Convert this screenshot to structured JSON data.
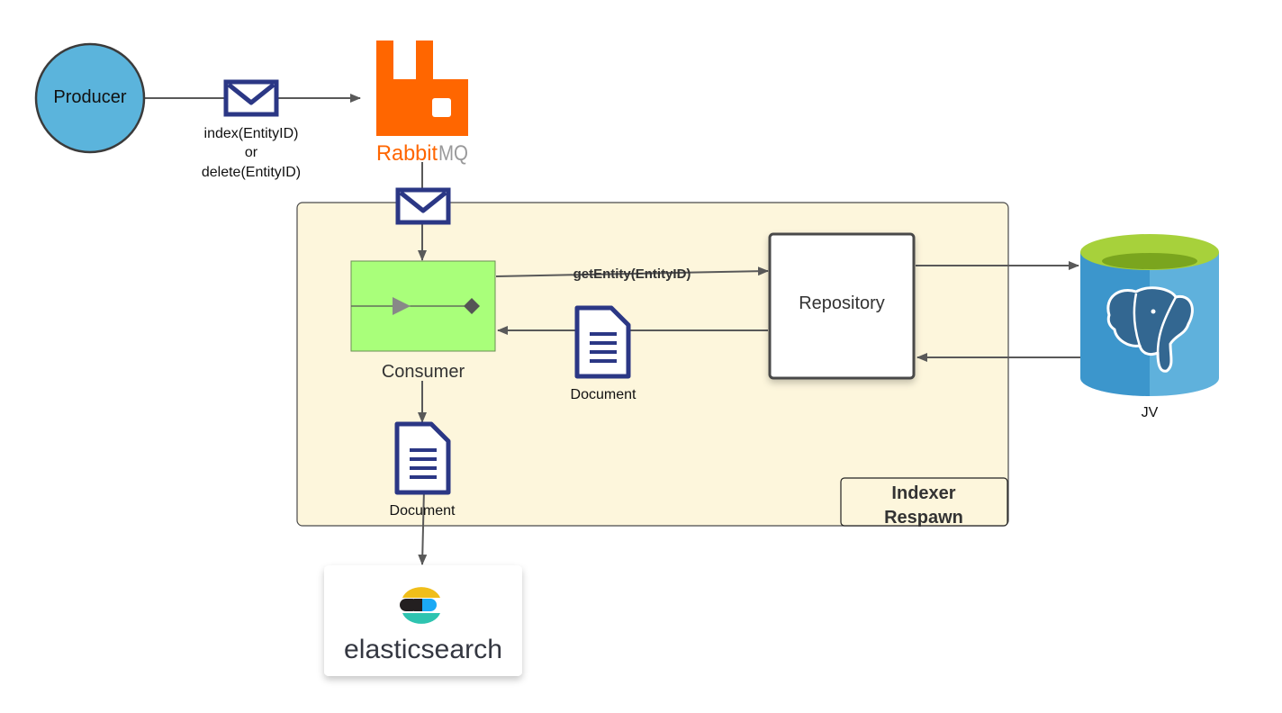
{
  "producer": {
    "label": "Producer"
  },
  "message_label": {
    "line1": "index(EntityID)",
    "line2": "or",
    "line3": "delete(EntityID)"
  },
  "rabbitmq": {
    "word1": "Rabbit",
    "word2": "MQ"
  },
  "consumer": {
    "label": "Consumer"
  },
  "get_entity": {
    "label": "getEntity(EntityID)"
  },
  "repository": {
    "label": "Repository"
  },
  "document_mid": {
    "label": "Document"
  },
  "document_low": {
    "label": "Document"
  },
  "database": {
    "label": "JV"
  },
  "container": {
    "title_line1": "Indexer",
    "title_line2": "Respawn"
  },
  "elasticsearch": {
    "label": "elasticsearch"
  },
  "colors": {
    "producer_fill": "#5bb4dc",
    "envelope": "#2b3785",
    "rabbit_orange": "#ff6600",
    "rabbit_gray": "#99999a",
    "container_fill": "#fdf6dc",
    "consumer_fill": "#a9ff7a",
    "db_blue": "#3c9bd2",
    "db_green": "#a7d13b",
    "elephant": "#336791",
    "arrow": "#595959"
  },
  "icons": {
    "message": "envelope-icon",
    "document": "document-icon",
    "database": "postgresql-elephant-icon",
    "rabbitmq": "rabbitmq-logo",
    "elasticsearch": "elasticsearch-logo"
  }
}
